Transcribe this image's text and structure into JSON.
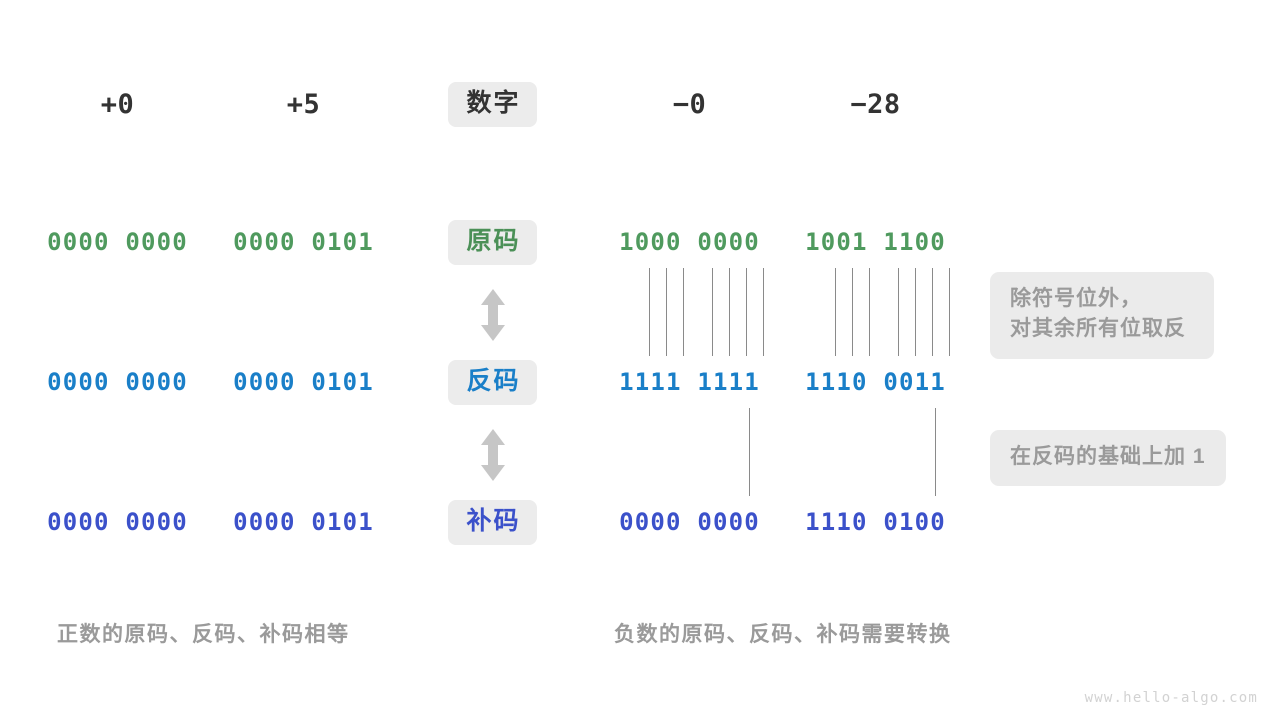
{
  "meta": {
    "watermark": "www.hello-algo.com",
    "colors": {
      "background": "#ffffff",
      "chip_background": "#ececec",
      "note_background": "#ebebeb",
      "sign_magnitude_green": "#4f9a5e",
      "ones_complement_blue": "#1a7fc8",
      "twos_complement_indigo": "#3b51ca",
      "header_text": "#333333",
      "muted_gray": "#9a9a9a",
      "line_gray": "#8a8a8a"
    }
  },
  "header": {
    "row_label": "数字",
    "columns": [
      {
        "key": "pos0",
        "value": "+0"
      },
      {
        "key": "pos5",
        "value": "+5"
      },
      {
        "key": "neg0",
        "value": "−0"
      },
      {
        "key": "neg28",
        "value": "−28"
      }
    ]
  },
  "rows": [
    {
      "key": "sign-magnitude",
      "label": "原码",
      "label_color": "#4b9057",
      "bits_color": "#4f9a5e",
      "values": {
        "pos0": "0000 0000",
        "pos5": "0000 0101",
        "neg0": "1000 0000",
        "neg28": "1001 1100"
      }
    },
    {
      "key": "ones-complement",
      "label": "反码",
      "label_color": "#1a7fc8",
      "bits_color": "#1a7fc8",
      "values": {
        "pos0": "0000 0000",
        "pos5": "0000 0101",
        "neg0": "1111 1111",
        "neg28": "1110 0011"
      }
    },
    {
      "key": "twos-complement",
      "label": "补码",
      "label_color": "#3b51ca",
      "bits_color": "#3b51ca",
      "values": {
        "pos0": "0000 0000",
        "pos5": "0000 0101",
        "neg0": "0000 0000",
        "neg28": "1110 0100"
      }
    }
  ],
  "notes": [
    {
      "key": "invert-note",
      "line1": "除符号位外，",
      "line2": "对其余所有位取反"
    },
    {
      "key": "add-one-note",
      "line1": "在反码的基础上加  1",
      "line2": ""
    }
  ],
  "captions": {
    "left": "正数的原码、反码、补码相等",
    "right": "负数的原码、反码、补码需要转换"
  },
  "connectors": {
    "invert_description": "7 vertical lines per negative column linking 原码 to 反码 (sign bit excluded)",
    "addone_description": "1 vertical line per negative column linking 反码 to 补码 (lowest bit)"
  },
  "arrows": {
    "top": "double-arrow-vertical",
    "bottom": "double-arrow-vertical"
  }
}
